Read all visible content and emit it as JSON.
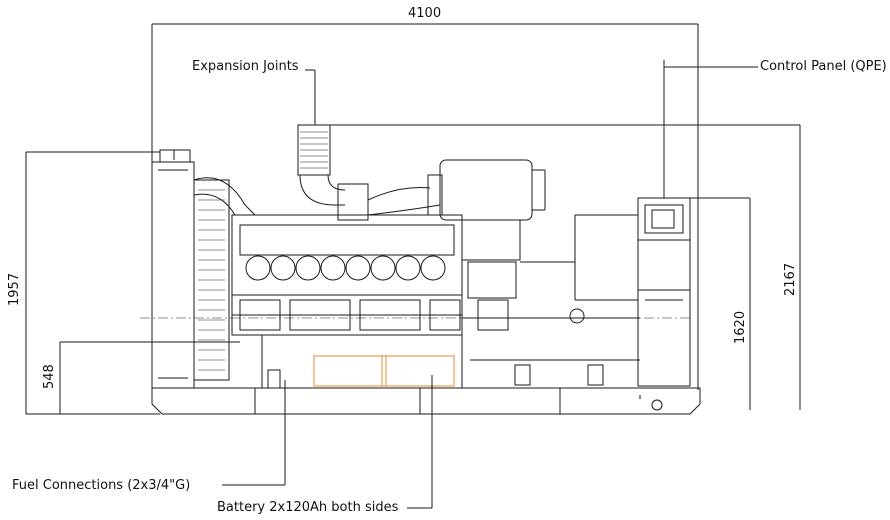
{
  "dimensions": {
    "overall_length": "4100",
    "height_with_radiator": "1957",
    "height_exhaust": "2167",
    "height_control_panel": "1620",
    "height_fuel": "548"
  },
  "callouts": {
    "expansion_joints": "Expansion Joints",
    "control_panel": "Control Panel (QPE)",
    "fuel_connections": "Fuel Connections (2x3/4\"G)",
    "battery": "Battery 2x120Ah both sides"
  },
  "colors": {
    "line": "#1a1a1a",
    "battery_accent": "#e08a2c",
    "background": "#ffffff"
  }
}
